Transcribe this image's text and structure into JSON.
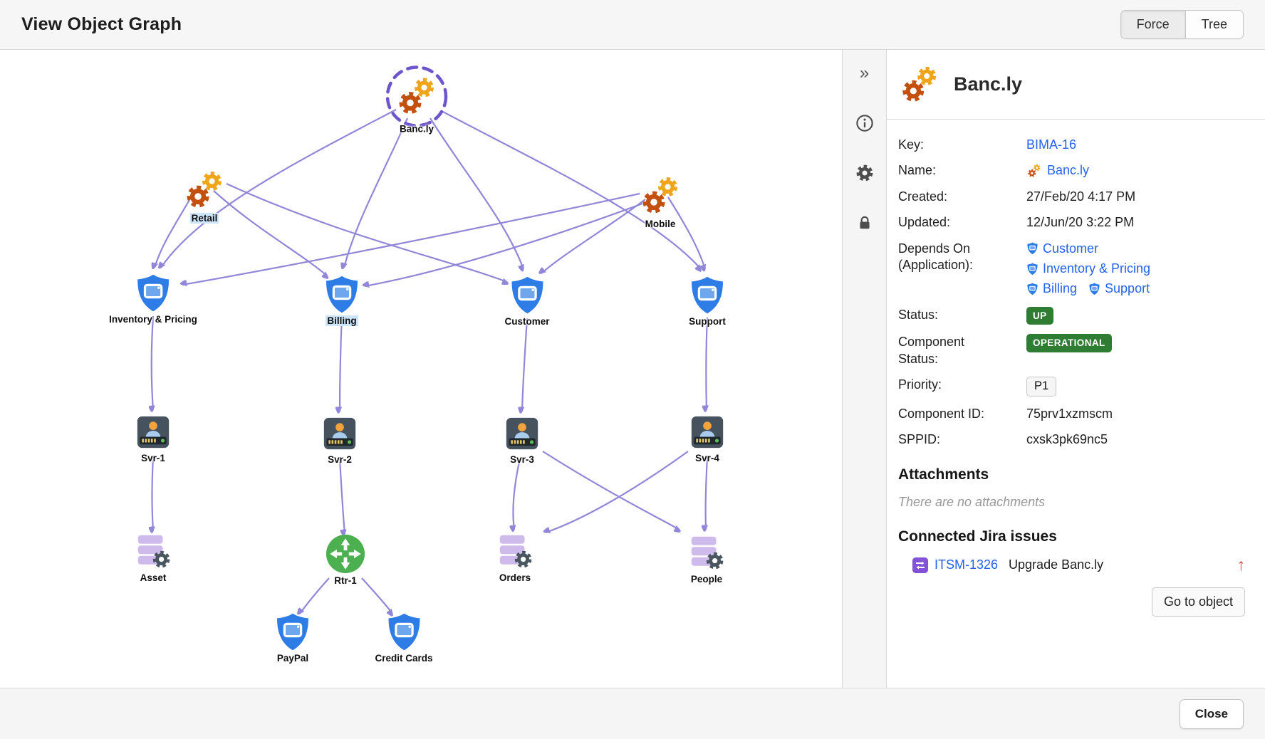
{
  "header": {
    "title": "View Object Graph",
    "view_modes": [
      {
        "label": "Force",
        "active": true
      },
      {
        "label": "Tree",
        "active": false
      }
    ]
  },
  "toolbar_icons": [
    {
      "name": "expand-panel-icon",
      "glyph": "»"
    },
    {
      "name": "info-icon"
    },
    {
      "name": "settings-icon"
    },
    {
      "name": "lock-icon"
    }
  ],
  "graph": {
    "nodes": [
      {
        "id": "bancly",
        "label": "Banc.ly",
        "type": "application-gears",
        "selected": true
      },
      {
        "id": "retail",
        "label": "Retail",
        "type": "application-gears"
      },
      {
        "id": "mobile",
        "label": "Mobile",
        "type": "application-gears"
      },
      {
        "id": "inventory-pricing",
        "label": "Inventory & Pricing",
        "type": "app-shield"
      },
      {
        "id": "billing",
        "label": "Billing",
        "type": "app-shield"
      },
      {
        "id": "customer",
        "label": "Customer",
        "type": "app-shield"
      },
      {
        "id": "support",
        "label": "Support",
        "type": "app-shield"
      },
      {
        "id": "svr-1",
        "label": "Svr-1",
        "type": "server"
      },
      {
        "id": "svr-2",
        "label": "Svr-2",
        "type": "server"
      },
      {
        "id": "svr-3",
        "label": "Svr-3",
        "type": "server"
      },
      {
        "id": "svr-4",
        "label": "Svr-4",
        "type": "server"
      },
      {
        "id": "asset",
        "label": "Asset",
        "type": "database"
      },
      {
        "id": "rtr-1",
        "label": "Rtr-1",
        "type": "router"
      },
      {
        "id": "orders",
        "label": "Orders",
        "type": "database"
      },
      {
        "id": "people",
        "label": "People",
        "type": "database"
      },
      {
        "id": "paypal",
        "label": "PayPal",
        "type": "app-shield"
      },
      {
        "id": "credit-cards",
        "label": "Credit Cards",
        "type": "app-shield"
      }
    ],
    "edges": [
      [
        "Banc.ly",
        "Inventory & Pricing"
      ],
      [
        "Banc.ly",
        "Billing"
      ],
      [
        "Banc.ly",
        "Customer"
      ],
      [
        "Banc.ly",
        "Support"
      ],
      [
        "Retail",
        "Inventory & Pricing"
      ],
      [
        "Retail",
        "Billing"
      ],
      [
        "Retail",
        "Customer"
      ],
      [
        "Mobile",
        "Inventory & Pricing"
      ],
      [
        "Mobile",
        "Billing"
      ],
      [
        "Mobile",
        "Customer"
      ],
      [
        "Mobile",
        "Support"
      ],
      [
        "Inventory & Pricing",
        "Svr-1"
      ],
      [
        "Billing",
        "Svr-2"
      ],
      [
        "Customer",
        "Svr-3"
      ],
      [
        "Support",
        "Svr-4"
      ],
      [
        "Svr-1",
        "Asset"
      ],
      [
        "Svr-2",
        "Rtr-1"
      ],
      [
        "Svr-3",
        "Orders"
      ],
      [
        "Svr-3",
        "People"
      ],
      [
        "Svr-4",
        "Orders"
      ],
      [
        "Svr-4",
        "People"
      ],
      [
        "Rtr-1",
        "PayPal"
      ],
      [
        "Rtr-1",
        "Credit Cards"
      ]
    ]
  },
  "panel": {
    "title": "Banc.ly",
    "fields": {
      "key": {
        "label": "Key:",
        "value": "BIMA-16"
      },
      "name": {
        "label": "Name:",
        "value": "Banc.ly"
      },
      "created": {
        "label": "Created:",
        "value": "27/Feb/20 4:17 PM"
      },
      "updated": {
        "label": "Updated:",
        "value": "12/Jun/20 3:22 PM"
      },
      "depends_on": {
        "label": "Depends On (Application):",
        "items": [
          "Customer",
          "Inventory & Pricing",
          "Billing",
          "Support"
        ]
      },
      "status": {
        "label": "Status:",
        "value": "UP"
      },
      "component_status": {
        "label": "Component Status:",
        "value": "OPERATIONAL"
      },
      "priority": {
        "label": "Priority:",
        "value": "P1"
      },
      "component_id": {
        "label": "Component ID:",
        "value": "75prv1xzmscm"
      },
      "sppid": {
        "label": "SPPID:",
        "value": "cxsk3pk69nc5"
      }
    },
    "attachments": {
      "heading": "Attachments",
      "empty_text": "There are no attachments"
    },
    "jira": {
      "heading": "Connected Jira issues",
      "issue": {
        "key": "ITSM-1326",
        "summary": "Upgrade Banc.ly",
        "priority_icon": "high-priority-up-arrow"
      }
    },
    "go_to_object_label": "Go to object"
  },
  "footer": {
    "close_label": "Close"
  },
  "colors": {
    "edge": "#9087D9",
    "link": "#2563EB",
    "badge_green": "#2E7D32",
    "gear_amber": "#EFA51B",
    "gear_orange": "#C4500F",
    "shield_blue": "#2E7CE6",
    "router_green": "#4CAF50",
    "issue_icon_purple": "#8252D9",
    "priority_arrow_red": "#E2483D",
    "selection_ring": "#6D55CB"
  }
}
